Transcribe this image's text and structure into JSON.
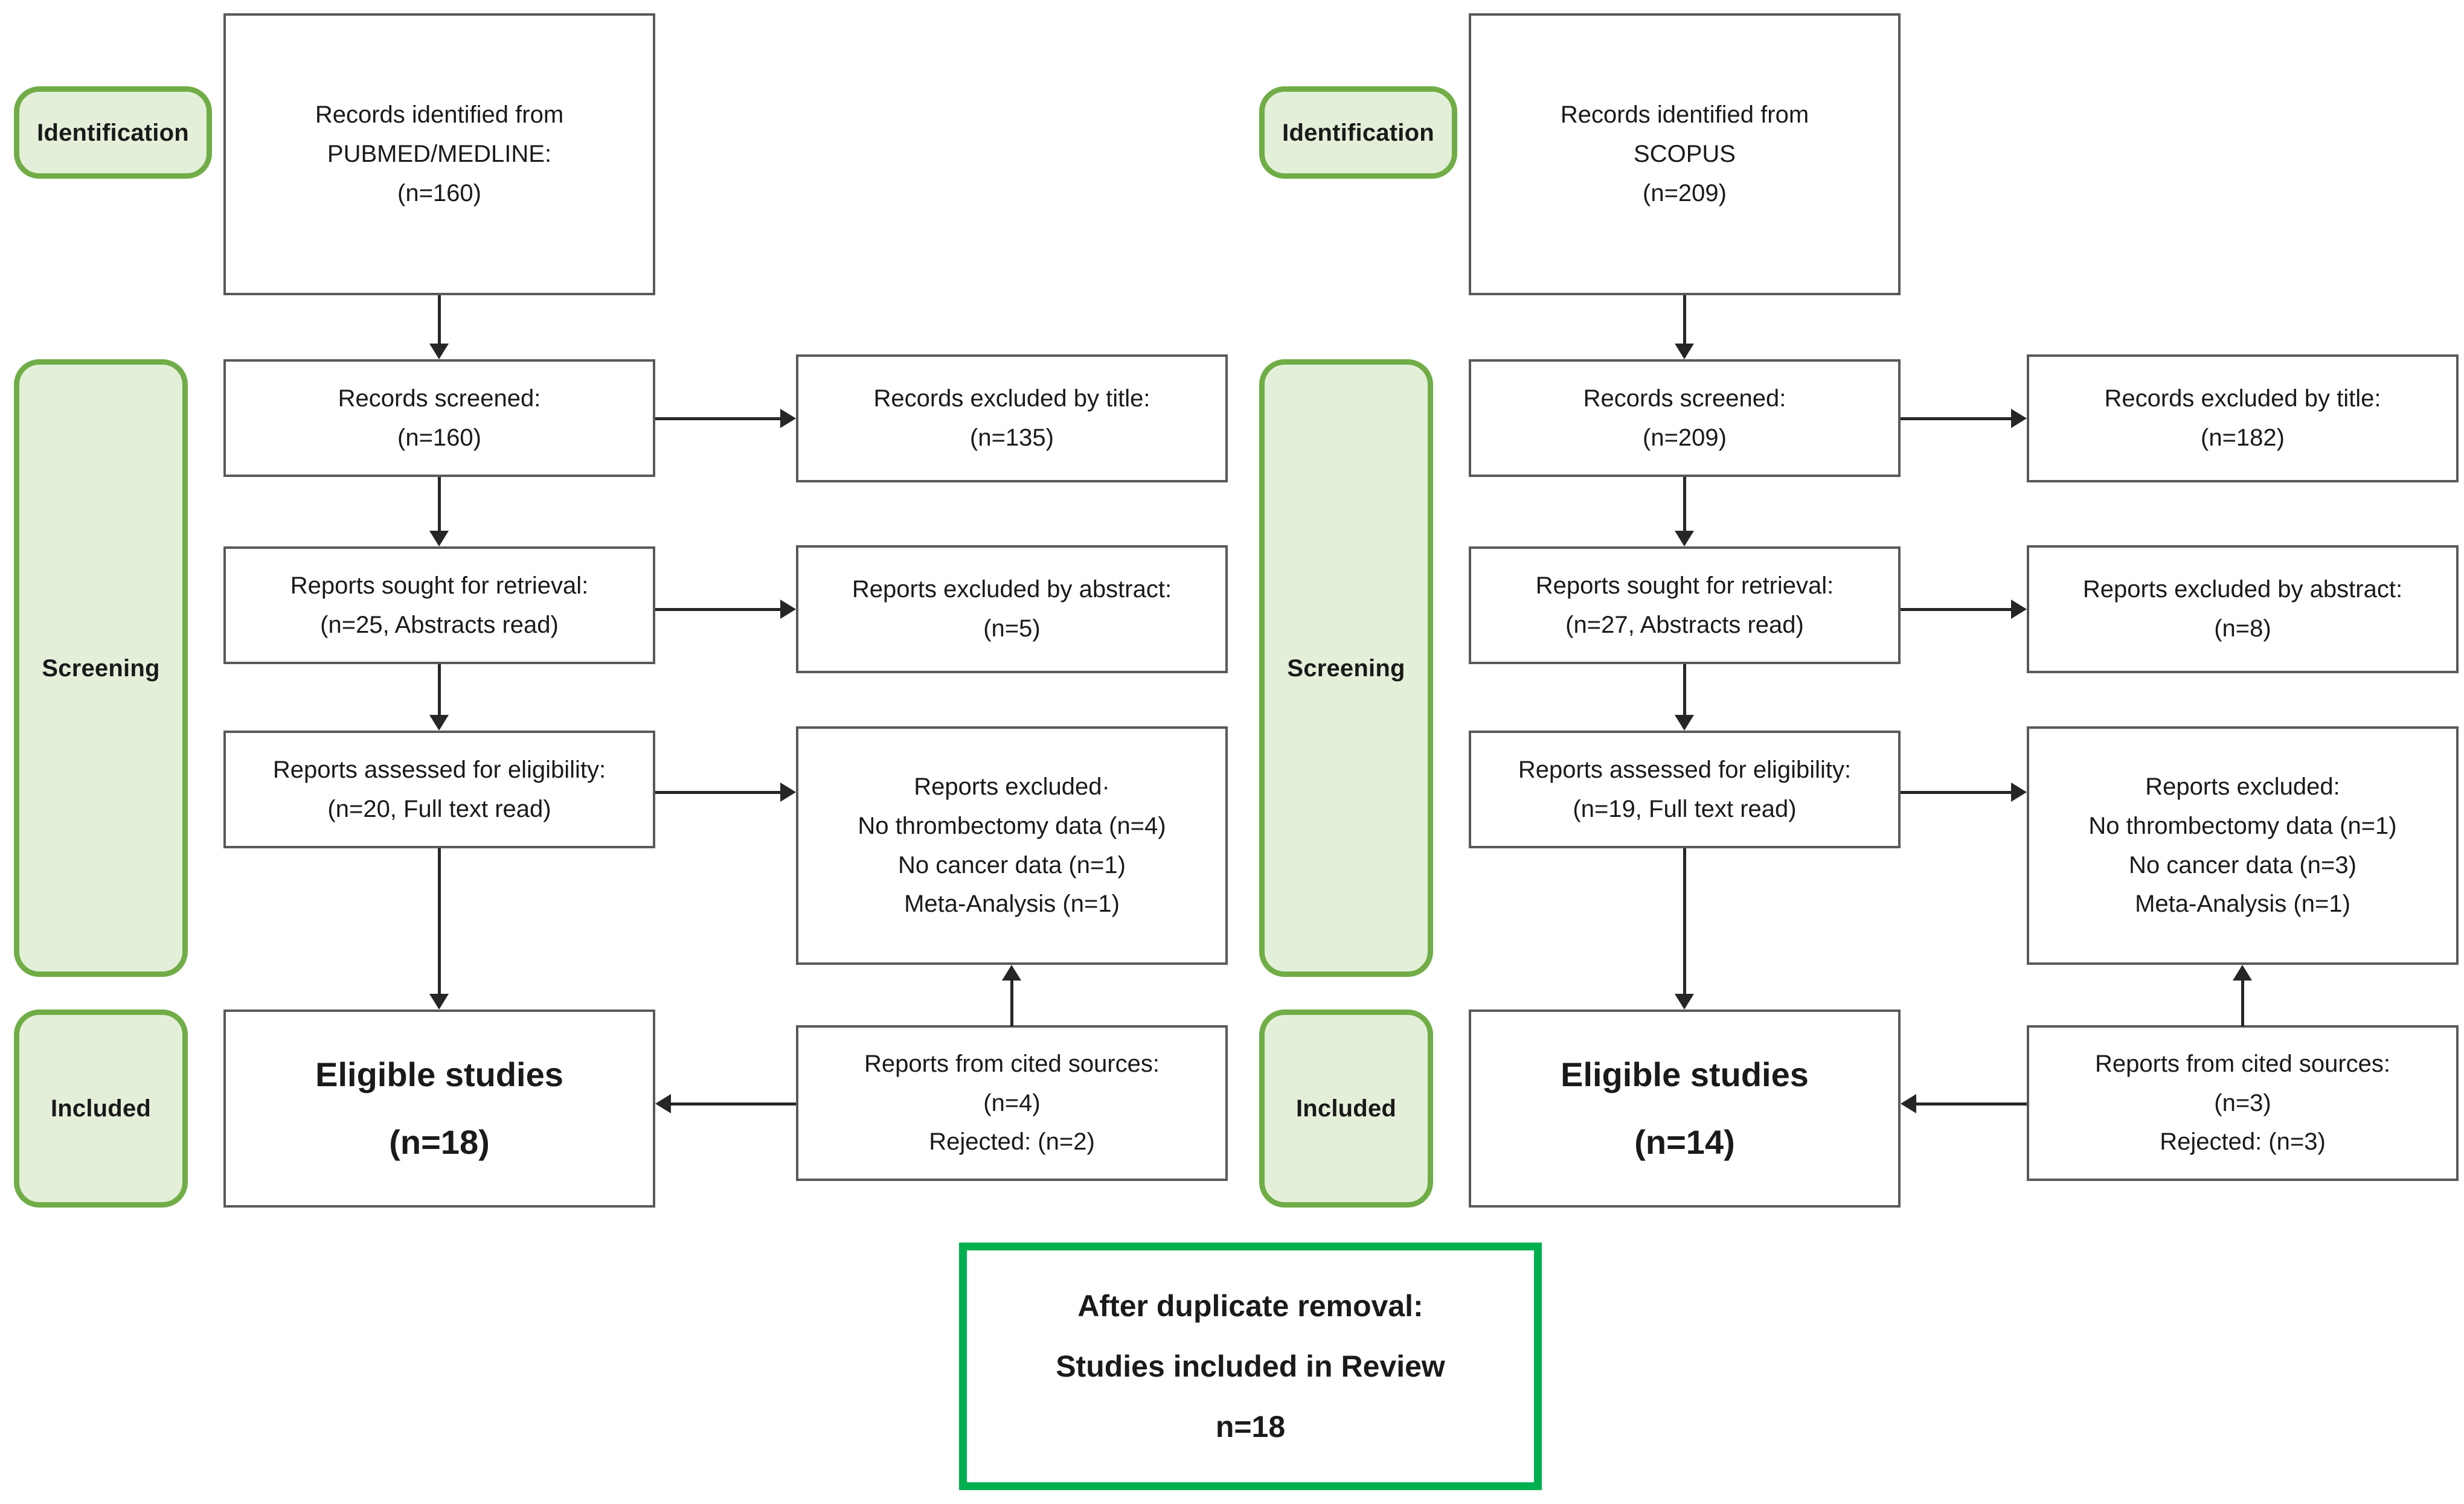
{
  "diagram": {
    "title": "PRISMA flow diagram",
    "accent_green": "#70ad47",
    "accent_green_fill": "#e4efd9",
    "final_box_green": "#00b050",
    "box_border": "#595959",
    "connector_color": "#262626"
  },
  "stages": {
    "identification": "Identification",
    "screening": "Screening",
    "included": "Included"
  },
  "left_column": {
    "source": "PUBMED/MEDLINE",
    "identified": "Records identified from\nPUBMED/MEDLINE:\n(n=160)",
    "screened": "Records screened:\n(n=160)",
    "excluded_title": "Records excluded by title:\n(n=135)",
    "sought": "Reports sought for retrieval:\n(n=25, Abstracts read)",
    "excluded_abstract": "Reports excluded by abstract:\n(n=5)",
    "assessed": "Reports assessed for eligibility:\n(n=20, Full text read)",
    "excluded_full": "Reports excluded·\nNo thrombectomy data (n=4)\nNo cancer data (n=1)\nMeta-Analysis (n=1)",
    "eligible": "Eligible studies\n(n=18)",
    "cited_sources": "Reports from cited sources:\n(n=4)\nRejected: (n=2)"
  },
  "right_column": {
    "source": "SCOPUS",
    "identified": "Records identified from\nSCOPUS\n(n=209)",
    "screened": "Records screened:\n(n=209)",
    "excluded_title": "Records excluded by title:\n(n=182)",
    "sought": "Reports sought for retrieval:\n(n=27, Abstracts read)",
    "excluded_abstract": "Reports excluded by abstract:\n(n=8)",
    "assessed": "Reports assessed for eligibility:\n(n=19, Full text read)",
    "excluded_full": "Reports excluded:\nNo thrombectomy data (n=1)\nNo cancer data (n=3)\nMeta-Analysis (n=1)",
    "eligible": "Eligible studies\n(n=14)",
    "cited_sources": "Reports from cited sources:\n(n=3)\nRejected: (n=3)"
  },
  "summary": {
    "final": "After duplicate removal:\nStudies included in Review\nn=18"
  },
  "chart_data": {
    "type": "diagram",
    "title": "PRISMA 2020 flow diagram (two databases)",
    "databases": [
      {
        "name": "PUBMED/MEDLINE",
        "records_identified": 160,
        "records_screened": 160,
        "records_excluded_by_title": 135,
        "reports_sought_for_retrieval": 25,
        "reports_excluded_by_abstract": 5,
        "reports_assessed_for_eligibility": 20,
        "reports_excluded": {
          "no_thrombectomy_data": 4,
          "no_cancer_data": 1,
          "meta_analysis": 1
        },
        "reports_from_cited_sources": 4,
        "cited_sources_rejected": 2,
        "eligible_studies": 18
      },
      {
        "name": "SCOPUS",
        "records_identified": 209,
        "records_screened": 209,
        "records_excluded_by_title": 182,
        "reports_sought_for_retrieval": 27,
        "reports_excluded_by_abstract": 8,
        "reports_assessed_for_eligibility": 19,
        "reports_excluded": {
          "no_thrombectomy_data": 1,
          "no_cancer_data": 3,
          "meta_analysis": 1
        },
        "reports_from_cited_sources": 3,
        "cited_sources_rejected": 3,
        "eligible_studies": 14
      }
    ],
    "studies_included_in_review_after_duplicate_removal": 18
  }
}
